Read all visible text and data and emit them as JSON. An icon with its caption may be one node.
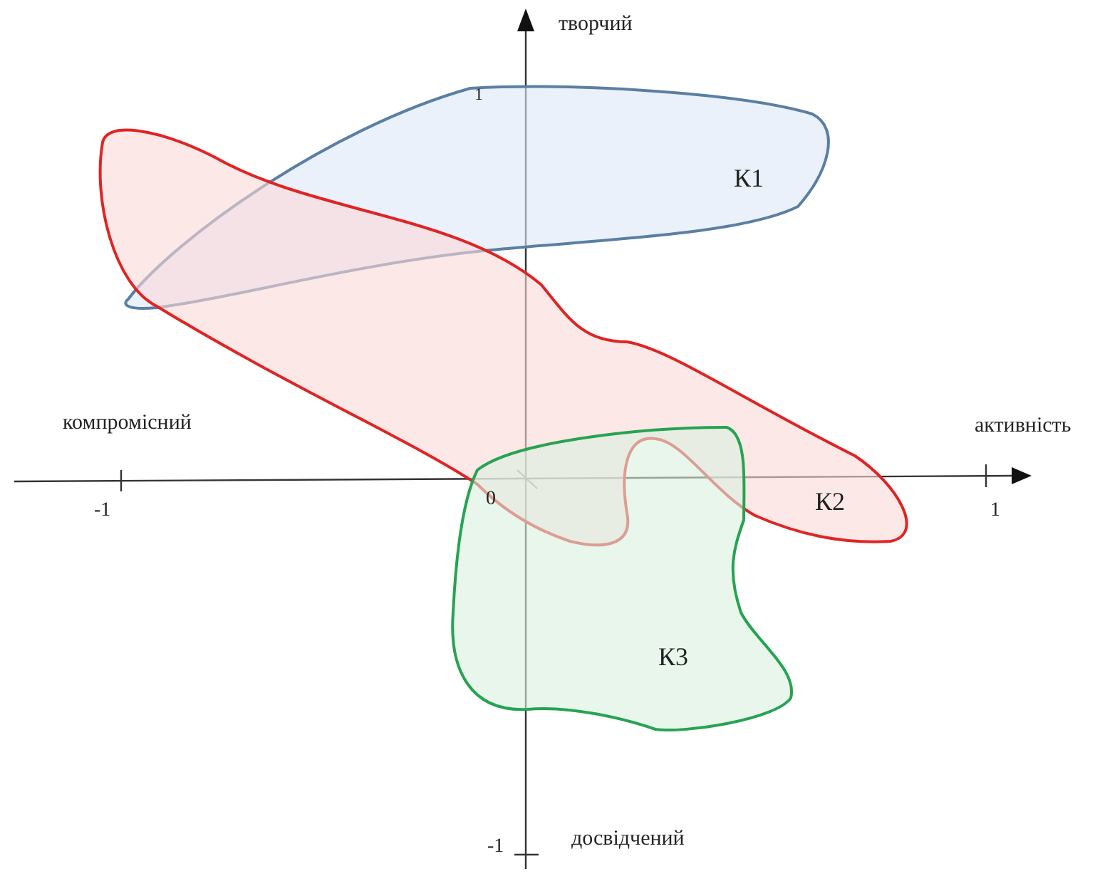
{
  "diagram": {
    "nodes": [
      {
        "text": [
          "К1"
        ]
      },
      {
        "text": [
          "К2"
        ]
      },
      {
        "text": [
          "К3"
        ]
      }
    ],
    "labels": [
      "творчий",
      "1",
      "компромісний",
      "активність",
      "-1",
      "0",
      "1",
      "-1",
      "досвідчений"
    ]
  }
}
